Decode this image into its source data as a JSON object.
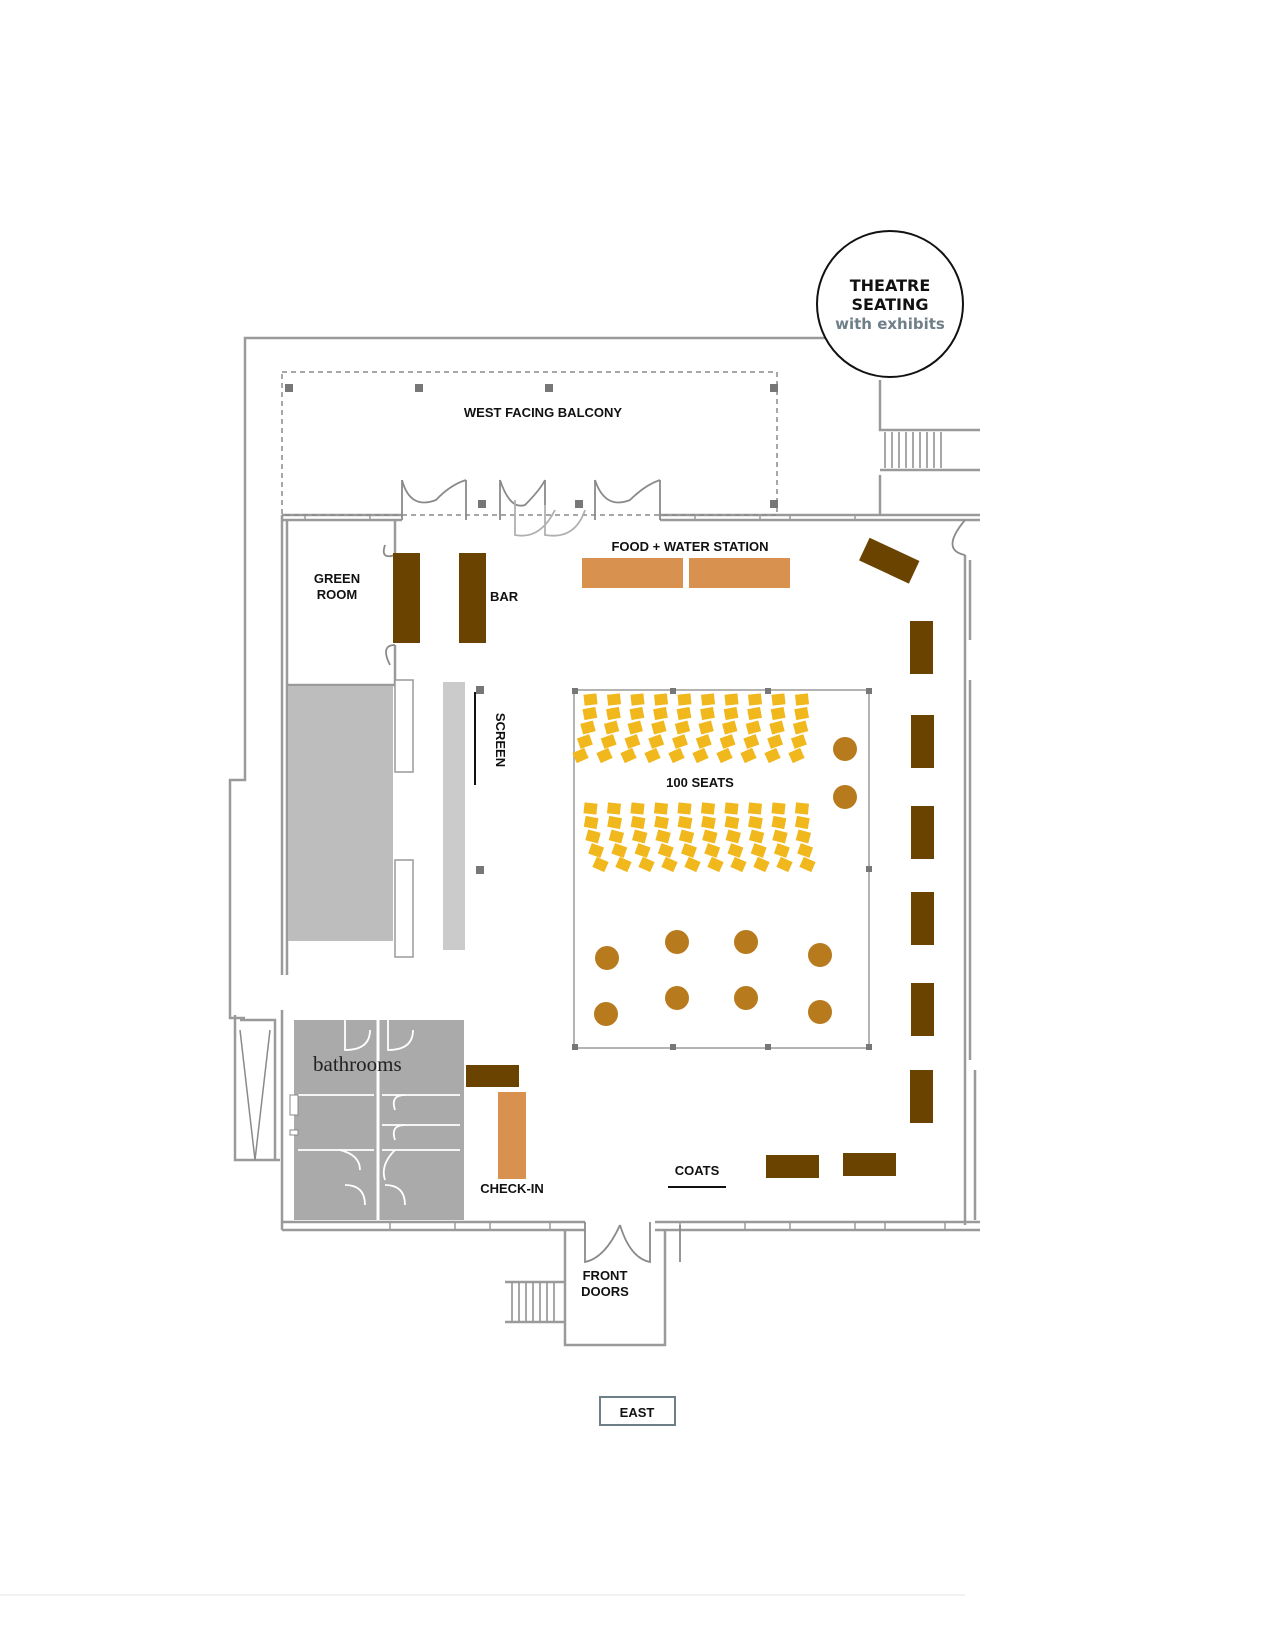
{
  "badge": {
    "title_line1": "THEATRE",
    "title_line2": "SEATING",
    "subtitle": "with exhibits"
  },
  "labels": {
    "balcony": "WEST FACING BALCONY",
    "food_water": "FOOD + WATER STATION",
    "green_room_line1": "GREEN",
    "green_room_line2": "ROOM",
    "bar": "BAR",
    "screen": "SCREEN",
    "seats": "100 SEATS",
    "bathrooms": "bathrooms",
    "check_in": "CHECK-IN",
    "coats": "COATS",
    "front_doors_line1": "FRONT",
    "front_doors_line2": "DOORS",
    "orientation": "EAST"
  },
  "colors": {
    "wall": "#9a9a9a",
    "dark_table": "#6b4300",
    "food_table": "#d8914f",
    "seat": "#f1b81e",
    "cocktail_table": "#b77a1c",
    "gray_area": "#bdbdbd",
    "bathroom": "#aaaaaa"
  }
}
